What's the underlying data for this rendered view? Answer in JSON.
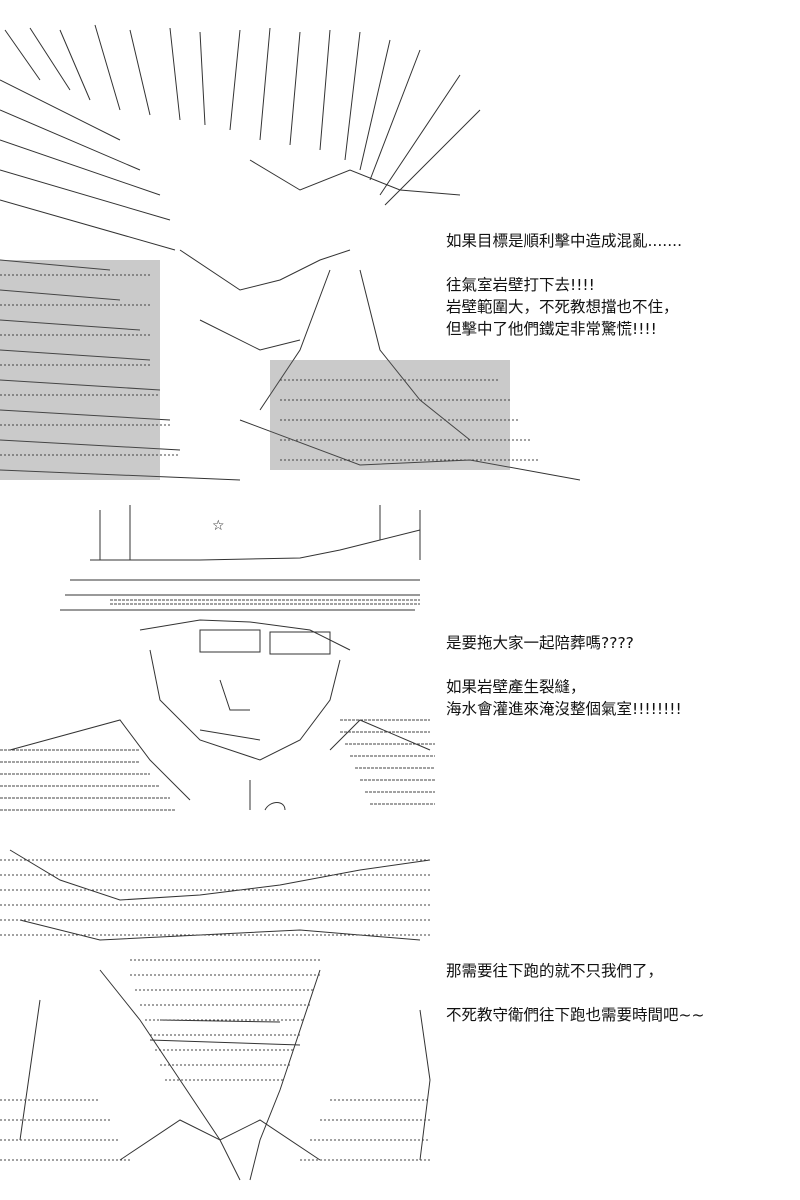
{
  "panels": [
    {
      "id": "panel-1",
      "caption": [
        "如果目標是順利擊中造成混亂.......",
        "",
        "往氣室岩壁打下去!!!!",
        "岩壁範圍大，不死教想擋也不住，",
        "但擊中了他們鐵定非常驚慌!!!!"
      ]
    },
    {
      "id": "panel-2",
      "caption": [
        "是要拖大家一起陪葬嗎????",
        "",
        "如果岩壁產生裂縫，",
        "海水會灌進來淹沒整個氣室!!!!!!!!"
      ]
    },
    {
      "id": "panel-3",
      "caption": [
        "那需要往下跑的就不只我們了，",
        "",
        "不死教守衛們往下跑也需要時間吧~~"
      ]
    }
  ],
  "icons": {
    "star": "star-icon"
  }
}
